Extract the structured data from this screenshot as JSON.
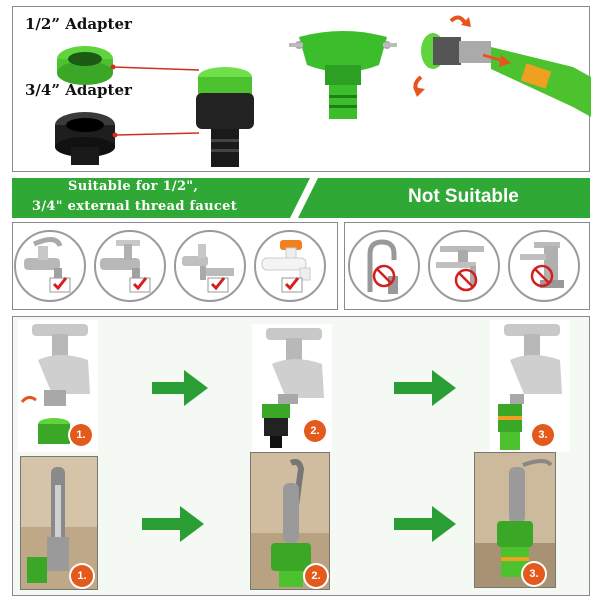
{
  "adapters": {
    "half_inch_label": "1/2” Adapter",
    "three_quarter_label": "3/4” Adapter"
  },
  "banner": {
    "suitable_line1": "Suitable for 1/2\",",
    "suitable_line2": "3/4\" external thread faucet",
    "not_suitable": "Not Suitable"
  },
  "steps": {
    "row1": [
      "1.",
      "2.",
      "3."
    ],
    "row2": [
      "1.",
      "2.",
      "3."
    ]
  },
  "colors": {
    "brand_green": "#2fa836",
    "lime": "#6fe04a",
    "check_red": "#d4201c",
    "badge_orange": "#e45a1c",
    "arrow_green": "#2a9d35"
  },
  "icons": {
    "suitable": [
      "faucet-classic-icon",
      "faucet-lever-icon",
      "faucet-garden-icon",
      "faucet-plastic-icon"
    ],
    "unsuitable": [
      "faucet-gooseneck-icon",
      "faucet-mixer-icon",
      "faucet-basin-icon"
    ]
  }
}
